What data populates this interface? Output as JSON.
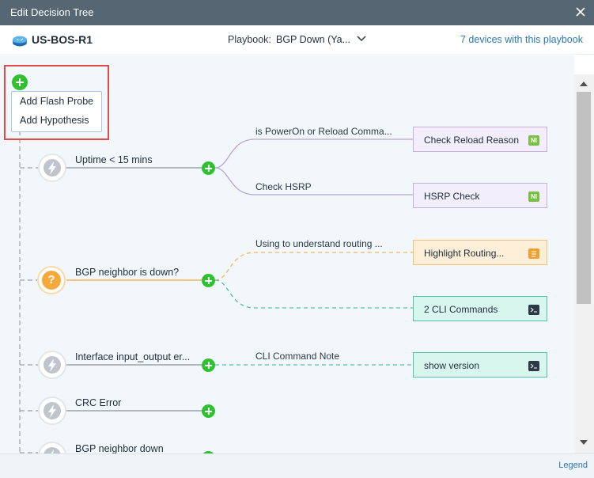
{
  "window": {
    "title": "Edit Decision Tree"
  },
  "header": {
    "device_name": "US-BOS-R1",
    "playbook_label": "Playbook:",
    "playbook_value": "BGP Down (Ya...",
    "devices_link": "7 devices with this playbook"
  },
  "popup_menu": {
    "items": [
      "Add Flash Probe",
      "Add Hypothesis"
    ]
  },
  "tree": {
    "nodes": [
      {
        "label": "Uptime < 15 mins",
        "icon": "lightning-icon",
        "color": "#bfc5ca"
      },
      {
        "label": "BGP neighbor is down?",
        "icon": "question-icon",
        "color": "#f6a93a"
      },
      {
        "label": "Interface input_output er...",
        "icon": "lightning-icon",
        "color": "#bfc5ca"
      },
      {
        "label": "CRC Error",
        "icon": "lightning-icon",
        "color": "#bfc5ca"
      },
      {
        "label": "BGP neighbor down",
        "icon": "lightning-icon",
        "color": "#bfc5ca"
      }
    ],
    "edge_labels": [
      "is PowerOn or Reload Comma...",
      "Check HSRP",
      "Using to understand routing ...",
      "CLI Command Note"
    ],
    "actions": [
      {
        "label": "Check Reload Reason",
        "badge": "NI",
        "badge_color": "#7ac143"
      },
      {
        "label": "HSRP Check",
        "badge": "NI",
        "badge_color": "#7ac143"
      },
      {
        "label": "Highlight Routing...",
        "badge": "note-icon",
        "badge_color": "#f0a030"
      },
      {
        "label": "2 CLI Commands",
        "badge": "terminal-icon",
        "badge_color": "#2b3a46"
      },
      {
        "label": "show version",
        "badge": "terminal-icon",
        "badge_color": "#2b3a46"
      }
    ]
  },
  "footer": {
    "legend": "Legend"
  },
  "colors": {
    "title_bar": "#566673",
    "canvas": "#f1f7fb",
    "add_green": "#2fc12f",
    "link_blue": "#2a77b8",
    "highlight_red": "#e04a4a"
  }
}
